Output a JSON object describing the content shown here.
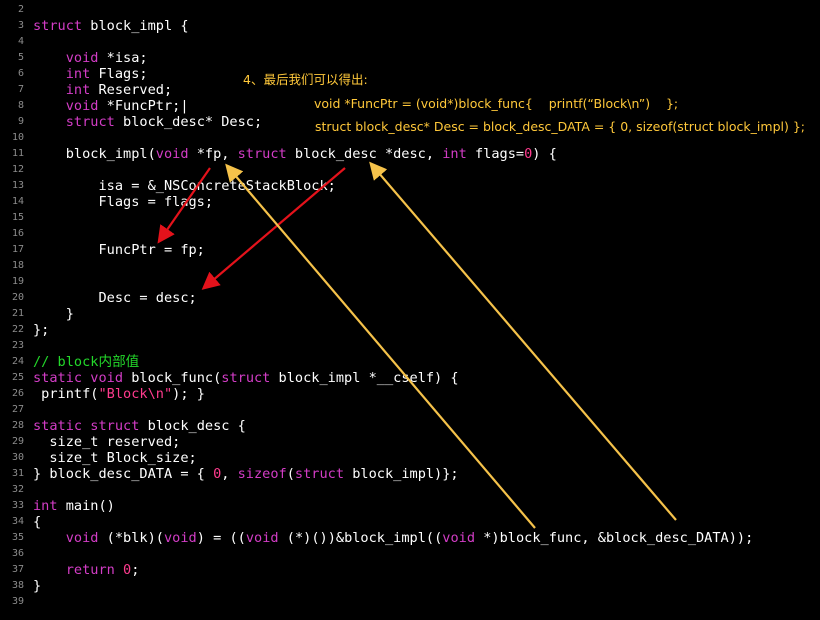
{
  "colors": {
    "background": "#000000",
    "keyword": "#d33dc6",
    "number_string": "#ff3b8e",
    "comment": "#23d82a",
    "plain": "#ffffff",
    "line_number": "#8c8c8c",
    "annotation": "#ffc83a",
    "arrow_red": "#e4121b",
    "arrow_yellow": "#f5c24a"
  },
  "lines": [
    {
      "n": "2",
      "tokens": []
    },
    {
      "n": "3",
      "tokens": [
        {
          "t": "kw",
          "v": "struct"
        },
        {
          "t": "p",
          "v": " block_impl {"
        }
      ]
    },
    {
      "n": "4",
      "tokens": []
    },
    {
      "n": "5",
      "tokens": [
        {
          "t": "p",
          "v": "    "
        },
        {
          "t": "kw",
          "v": "void"
        },
        {
          "t": "p",
          "v": " *isa;"
        }
      ]
    },
    {
      "n": "6",
      "tokens": [
        {
          "t": "p",
          "v": "    "
        },
        {
          "t": "kw",
          "v": "int"
        },
        {
          "t": "p",
          "v": " Flags;"
        }
      ]
    },
    {
      "n": "7",
      "tokens": [
        {
          "t": "p",
          "v": "    "
        },
        {
          "t": "kw",
          "v": "int"
        },
        {
          "t": "p",
          "v": " Reserved;"
        }
      ]
    },
    {
      "n": "8",
      "tokens": [
        {
          "t": "p",
          "v": "    "
        },
        {
          "t": "kw",
          "v": "void"
        },
        {
          "t": "p",
          "v": " *FuncPtr;|"
        }
      ]
    },
    {
      "n": "9",
      "tokens": [
        {
          "t": "p",
          "v": "    "
        },
        {
          "t": "kw",
          "v": "struct"
        },
        {
          "t": "p",
          "v": " block_desc* Desc;"
        }
      ]
    },
    {
      "n": "10",
      "tokens": []
    },
    {
      "n": "11",
      "tokens": [
        {
          "t": "p",
          "v": "    block_impl("
        },
        {
          "t": "kw",
          "v": "void"
        },
        {
          "t": "p",
          "v": " *fp, "
        },
        {
          "t": "kw",
          "v": "struct"
        },
        {
          "t": "p",
          "v": " block_desc *desc, "
        },
        {
          "t": "kw",
          "v": "int"
        },
        {
          "t": "p",
          "v": " flags="
        },
        {
          "t": "num",
          "v": "0"
        },
        {
          "t": "p",
          "v": ") {"
        }
      ]
    },
    {
      "n": "12",
      "tokens": []
    },
    {
      "n": "13",
      "tokens": [
        {
          "t": "p",
          "v": "        isa = &_NSConcreteStackBlock;"
        }
      ]
    },
    {
      "n": "14",
      "tokens": [
        {
          "t": "p",
          "v": "        Flags = flags;"
        }
      ]
    },
    {
      "n": "15",
      "tokens": []
    },
    {
      "n": "16",
      "tokens": []
    },
    {
      "n": "17",
      "tokens": [
        {
          "t": "p",
          "v": "        FuncPtr = fp;"
        }
      ]
    },
    {
      "n": "18",
      "tokens": []
    },
    {
      "n": "19",
      "tokens": []
    },
    {
      "n": "20",
      "tokens": [
        {
          "t": "p",
          "v": "        Desc = desc;"
        }
      ]
    },
    {
      "n": "21",
      "tokens": [
        {
          "t": "p",
          "v": "    }"
        }
      ]
    },
    {
      "n": "22",
      "tokens": [
        {
          "t": "p",
          "v": "};"
        }
      ]
    },
    {
      "n": "23",
      "tokens": []
    },
    {
      "n": "24",
      "tokens": [
        {
          "t": "cmt",
          "v": "// block内部值"
        }
      ]
    },
    {
      "n": "25",
      "tokens": [
        {
          "t": "kw",
          "v": "static"
        },
        {
          "t": "p",
          "v": " "
        },
        {
          "t": "kw",
          "v": "void"
        },
        {
          "t": "p",
          "v": " block_func("
        },
        {
          "t": "kw",
          "v": "struct"
        },
        {
          "t": "p",
          "v": " block_impl *__cself) {"
        }
      ]
    },
    {
      "n": "26",
      "tokens": [
        {
          "t": "p",
          "v": " printf("
        },
        {
          "t": "str",
          "v": "\"Block\\n\""
        },
        {
          "t": "p",
          "v": "); }"
        }
      ]
    },
    {
      "n": "27",
      "tokens": []
    },
    {
      "n": "28",
      "tokens": [
        {
          "t": "kw",
          "v": "static"
        },
        {
          "t": "p",
          "v": " "
        },
        {
          "t": "kw",
          "v": "struct"
        },
        {
          "t": "p",
          "v": " block_desc {"
        }
      ]
    },
    {
      "n": "29",
      "tokens": [
        {
          "t": "p",
          "v": "  size_t reserved;"
        }
      ]
    },
    {
      "n": "30",
      "tokens": [
        {
          "t": "p",
          "v": "  size_t Block_size;"
        }
      ]
    },
    {
      "n": "31",
      "tokens": [
        {
          "t": "p",
          "v": "} block_desc_DATA = { "
        },
        {
          "t": "num",
          "v": "0"
        },
        {
          "t": "p",
          "v": ", "
        },
        {
          "t": "kw",
          "v": "sizeof"
        },
        {
          "t": "p",
          "v": "("
        },
        {
          "t": "kw",
          "v": "struct"
        },
        {
          "t": "p",
          "v": " block_impl)};"
        }
      ]
    },
    {
      "n": "32",
      "tokens": []
    },
    {
      "n": "33",
      "tokens": [
        {
          "t": "kw",
          "v": "int"
        },
        {
          "t": "p",
          "v": " main()"
        }
      ]
    },
    {
      "n": "34",
      "tokens": [
        {
          "t": "p",
          "v": "{"
        }
      ]
    },
    {
      "n": "35",
      "tokens": [
        {
          "t": "p",
          "v": "    "
        },
        {
          "t": "kw",
          "v": "void"
        },
        {
          "t": "p",
          "v": " (*blk)("
        },
        {
          "t": "kw",
          "v": "void"
        },
        {
          "t": "p",
          "v": ") = (("
        },
        {
          "t": "kw",
          "v": "void"
        },
        {
          "t": "p",
          "v": " (*)())&block_impl(("
        },
        {
          "t": "kw",
          "v": "void"
        },
        {
          "t": "p",
          "v": " *)block_func, &block_desc_DATA));"
        }
      ]
    },
    {
      "n": "36",
      "tokens": []
    },
    {
      "n": "37",
      "tokens": [
        {
          "t": "p",
          "v": "    "
        },
        {
          "t": "kw",
          "v": "return"
        },
        {
          "t": "p",
          "v": " "
        },
        {
          "t": "num",
          "v": "0"
        },
        {
          "t": "p",
          "v": ";"
        }
      ]
    },
    {
      "n": "38",
      "tokens": [
        {
          "t": "p",
          "v": "}"
        }
      ]
    },
    {
      "n": "39",
      "tokens": []
    }
  ],
  "annotation": {
    "heading": "4、最后我们可以得出:",
    "line1": "void *FuncPtr = (void*)block_func{    printf(“Block\\n”)    };",
    "line2": "struct block_desc* Desc = block_desc_DATA = { 0, sizeof(struct block_impl) };"
  }
}
